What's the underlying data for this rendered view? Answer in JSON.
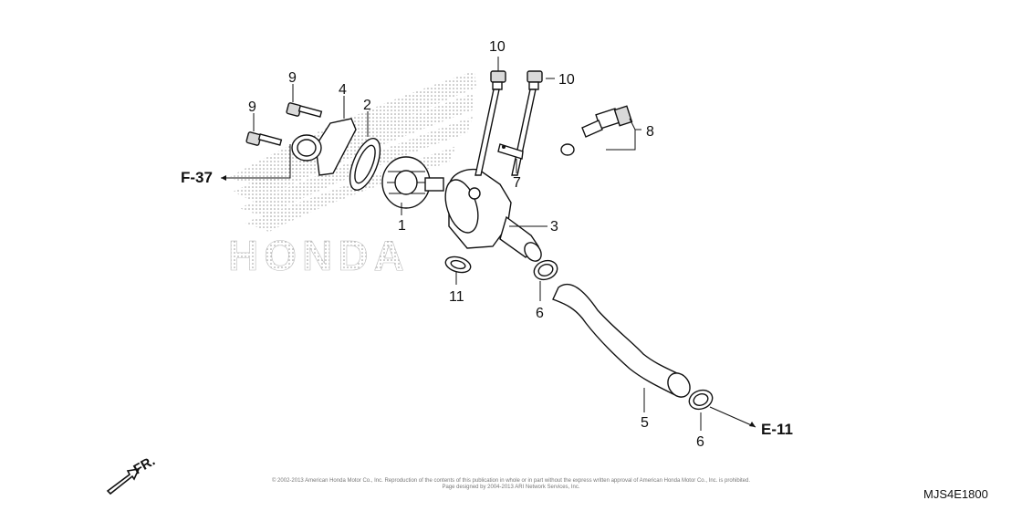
{
  "diagram": {
    "callouts": [
      {
        "id": "c1",
        "text": "1"
      },
      {
        "id": "c2",
        "text": "2"
      },
      {
        "id": "c3",
        "text": "3"
      },
      {
        "id": "c4",
        "text": "4"
      },
      {
        "id": "c5",
        "text": "5"
      },
      {
        "id": "c6a",
        "text": "6"
      },
      {
        "id": "c6b",
        "text": "6"
      },
      {
        "id": "c7",
        "text": "7"
      },
      {
        "id": "c8",
        "text": "8"
      },
      {
        "id": "c9a",
        "text": "9"
      },
      {
        "id": "c9b",
        "text": "9"
      },
      {
        "id": "c10a",
        "text": "10"
      },
      {
        "id": "c10b",
        "text": "10"
      },
      {
        "id": "c11",
        "text": "11"
      }
    ],
    "references": {
      "f37": "F-37",
      "e11": "E-11"
    },
    "direction_label": "FR.",
    "copyright_line1": "© 2002-2013 American Honda Motor Co., Inc. Reproduction of the contents of this publication in whole or in part without the express written approval of American Honda Motor Co., Inc. is prohibited.",
    "copyright_line2": "Page designed by 2004-2013 ARI Network Services, Inc.",
    "drawing_code": "MJS4E1800",
    "watermark_text": "HONDA"
  }
}
